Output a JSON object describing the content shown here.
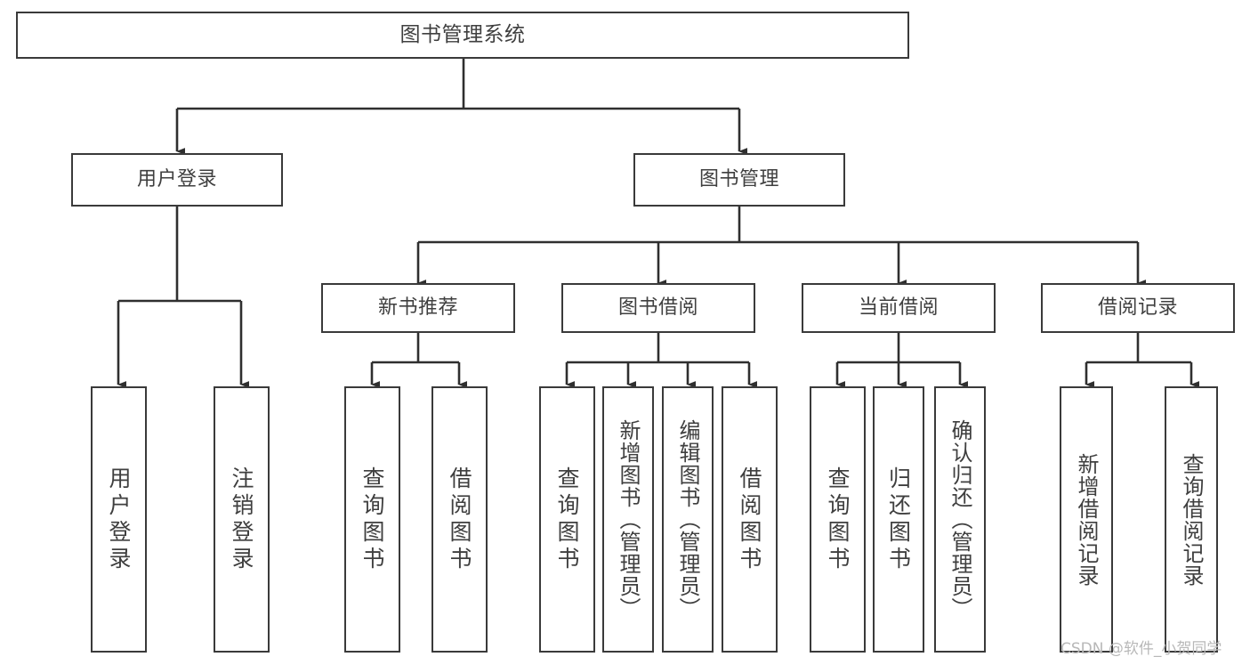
{
  "diagram": {
    "title": "图书管理系统",
    "watermark": "CSDN @软件_小贺同学",
    "line_color": "#3a3a3a",
    "text_color": "#3f3f3f",
    "background": "#ffffff",
    "nodes": {
      "root": "图书管理系统",
      "level1": {
        "user_login": "用户登录",
        "book_manage": "图书管理"
      },
      "level2": {
        "new_book_rec": "新书推荐",
        "book_borrow": "图书借阅",
        "current_borrow": "当前借阅",
        "borrow_record": "借阅记录"
      },
      "leaves": {
        "login_1": "用户登录",
        "login_2": "注销登录",
        "rec_1": "查询图书",
        "rec_2": "借阅图书",
        "borrow_1": "查询图书",
        "borrow_2": "新增图书（管理员）",
        "borrow_3": "编辑图书（管理员）",
        "borrow_4": "借阅图书",
        "cur_1": "查询图书",
        "cur_2": "归还图书",
        "cur_3": "确认归还（管理员）",
        "rec_log_1": "新增借阅记录",
        "rec_log_2": "查询借阅记录"
      }
    }
  }
}
